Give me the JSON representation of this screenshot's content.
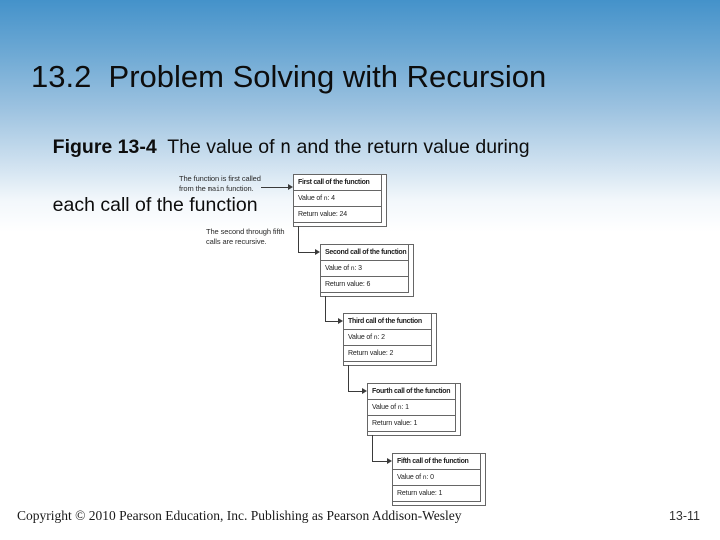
{
  "slide": {
    "title": "13.2  Problem Solving with Recursion",
    "subtitle": {
      "figure_label": "Figure 13-4",
      "line1_pre_n": "  The value of ",
      "n_symbol": "n",
      "line1_post_n": " and the return value during",
      "line2": "each call of the function"
    },
    "footer": {
      "copyright": "Copyright © 2010 Pearson Education, Inc. Publishing as Pearson Addison-Wesley",
      "page_number": "13-11"
    }
  },
  "diagram": {
    "annotations": {
      "first_call_note": {
        "line1": "The function is first called",
        "line2_pre": "from the ",
        "mono": "main",
        "line2_post": " function."
      },
      "recursive_note": {
        "line1": "The second through fifth",
        "line2": "calls are recursive."
      }
    },
    "row_labels": {
      "value_prefix": "Value of ",
      "n_symbol": "n",
      "value_sep": ": ",
      "return_prefix": "Return value: "
    },
    "calls": [
      {
        "title": "First call of the function",
        "n_value": "4",
        "return_value": "24"
      },
      {
        "title": "Second call of the function",
        "n_value": "3",
        "return_value": "6"
      },
      {
        "title": "Third call of the function",
        "n_value": "2",
        "return_value": "2"
      },
      {
        "title": "Fourth call of the function",
        "n_value": "1",
        "return_value": "1"
      },
      {
        "title": "Fifth call of the function",
        "n_value": "0",
        "return_value": "1"
      }
    ],
    "colors": {
      "connector_line": "#3a3a3a",
      "box_border": "#666666",
      "box_text": "#222222"
    }
  }
}
